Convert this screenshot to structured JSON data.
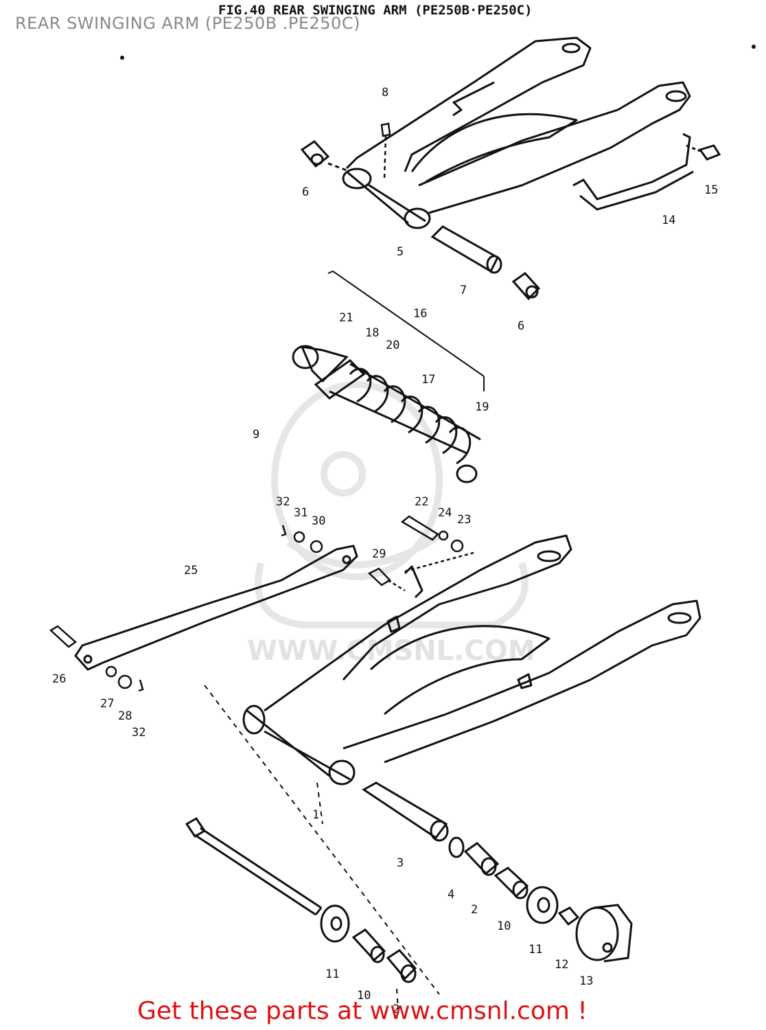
{
  "page": {
    "title": "REAR SWINGING ARM (PE250B .PE250C)",
    "figure_title": "FIG.40  REAR SWINGING ARM  (PE250B·PE250C)",
    "footer_link": "Get these parts at www.cmsnl.com !",
    "watermark": "WWW.CMSNL.COM"
  },
  "callouts": [
    "1",
    "2",
    "2",
    "3",
    "4",
    "5",
    "6",
    "6",
    "7",
    "8",
    "9",
    "10",
    "10",
    "11",
    "11",
    "12",
    "13",
    "14",
    "15",
    "16",
    "17",
    "18",
    "19",
    "20",
    "21",
    "22",
    "23",
    "24",
    "25",
    "26",
    "27",
    "28",
    "29",
    "30",
    "31",
    "32",
    "32"
  ],
  "colors": {
    "ink": "#111111",
    "title_gray": "#888888",
    "footer_red": "#dd1111",
    "watermark": "#e2e2e2"
  }
}
